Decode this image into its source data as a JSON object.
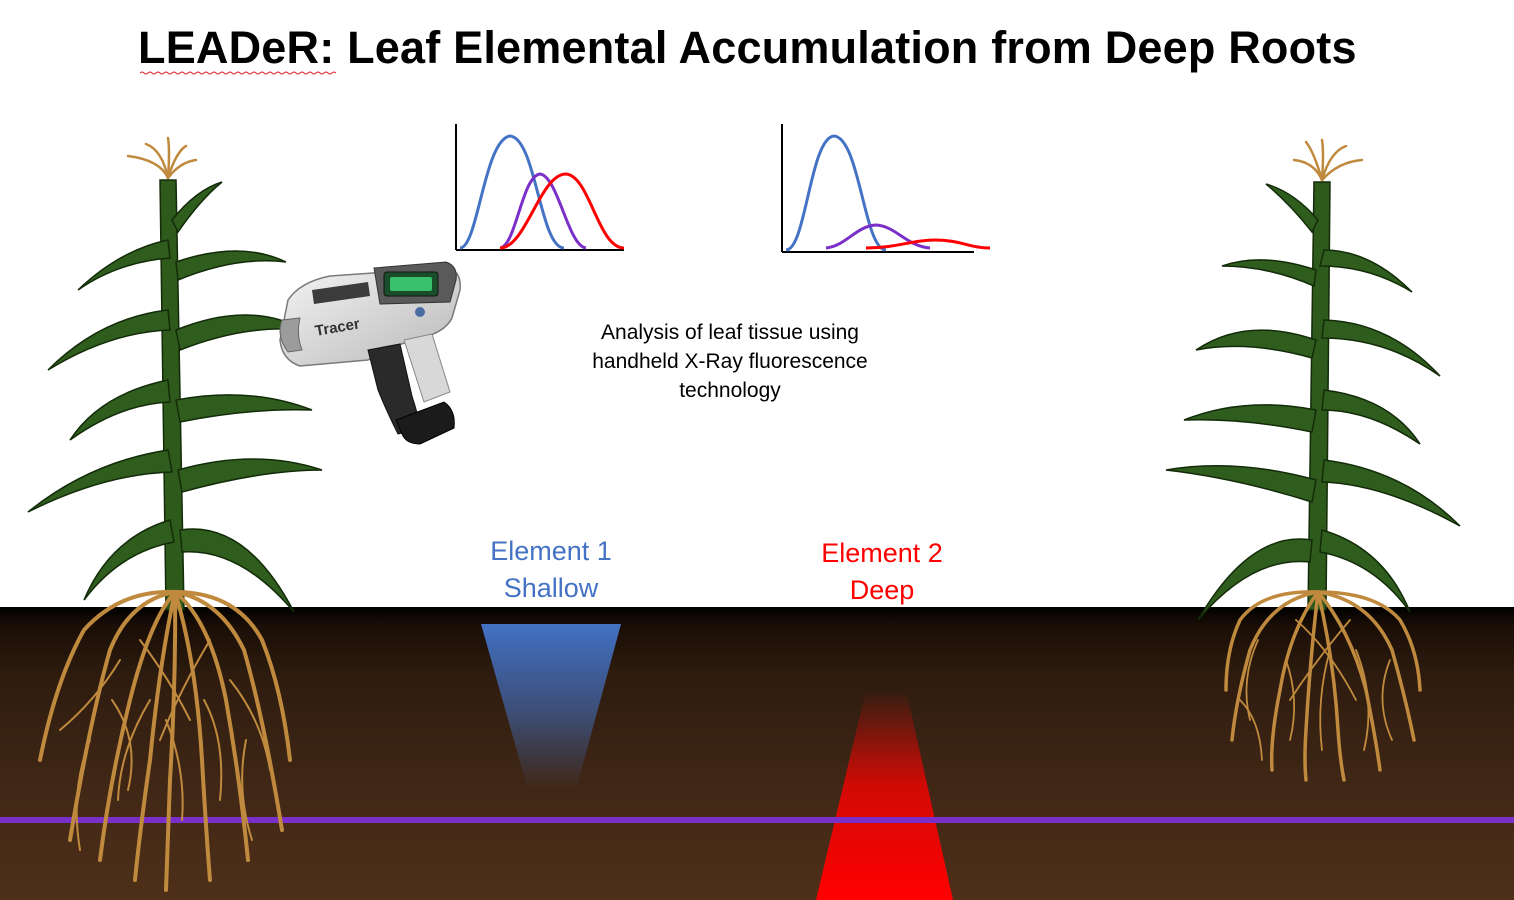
{
  "title": "LEADeR: Leaf Elemental Accumulation from Deep Roots",
  "caption": {
    "line1": "Analysis of leaf tissue using",
    "line2": "handheld X-Ray fluorescence",
    "line3": "technology"
  },
  "element1": {
    "line1": "Element 1",
    "line2": "Shallow",
    "color": "#4472c4"
  },
  "element2": {
    "line1": "Element 2",
    "line2": "Deep",
    "color": "#ff0000"
  },
  "device_label": "Tracer",
  "colors": {
    "shallow": "#4472c4",
    "deep": "#ff0000",
    "mid": "#7030a0",
    "leaf": "#2e5a1c",
    "root": "#c08a3e",
    "soil": "#3f2615"
  }
}
